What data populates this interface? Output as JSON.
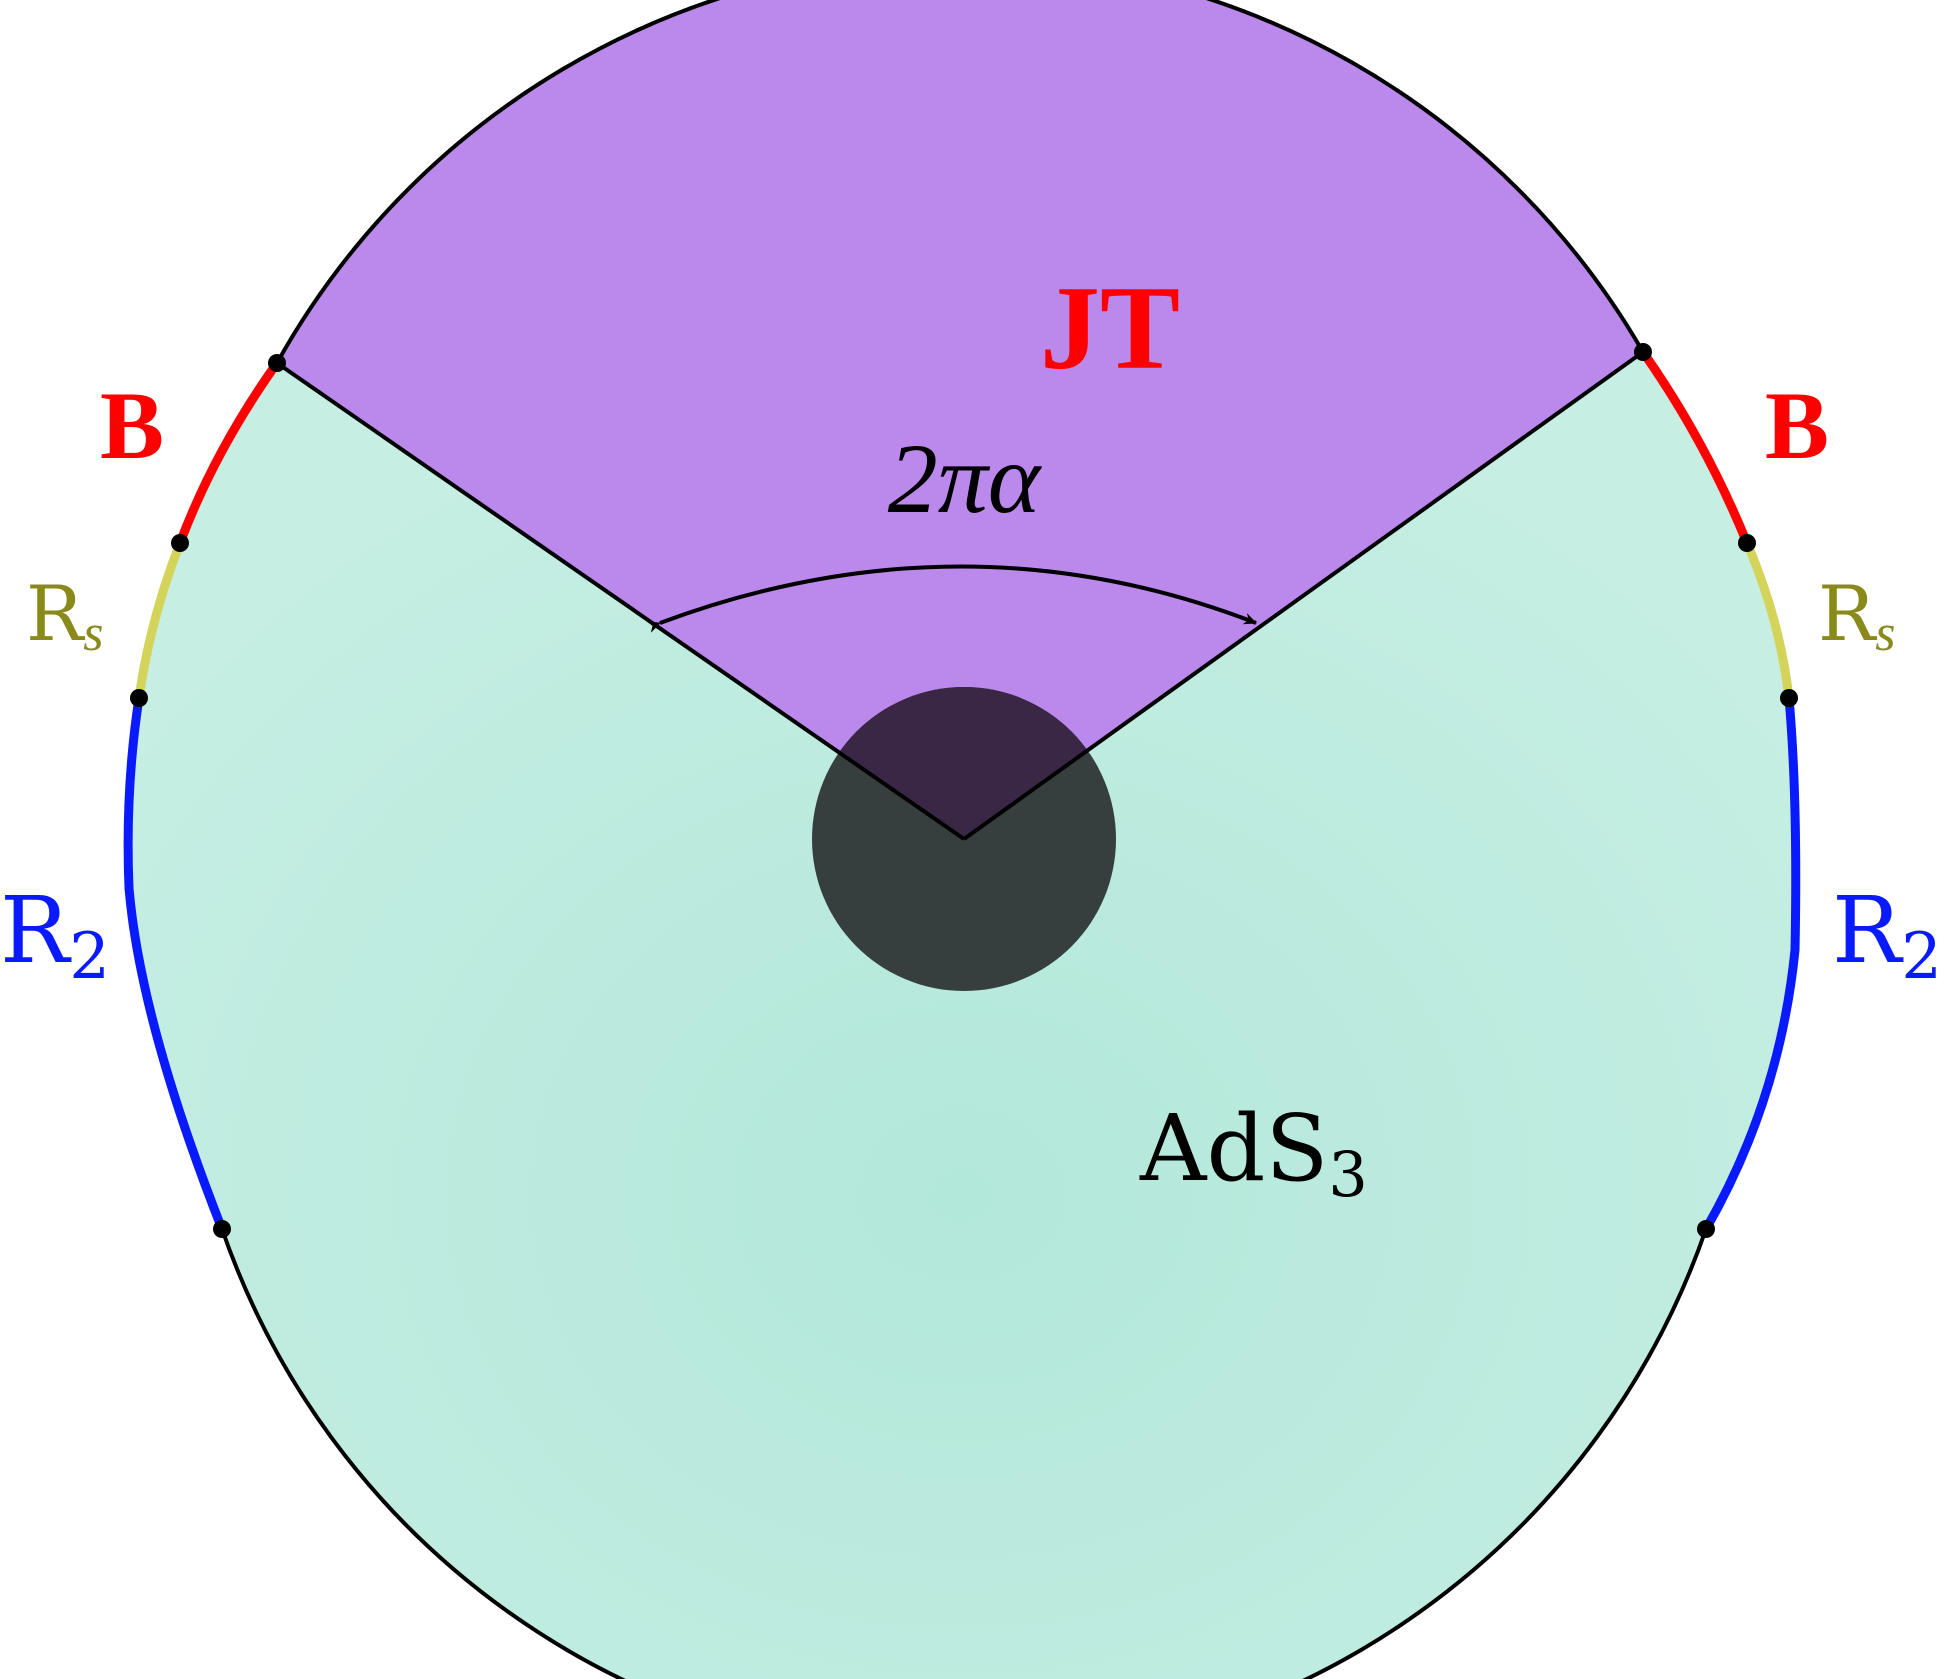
{
  "labels": {
    "jt": "JT",
    "angle": "2πα",
    "bulk": "AdS",
    "bulk_sub": "3",
    "b_left": "B",
    "b_right": "B",
    "rs_left": "R",
    "rs_left_sub": "s",
    "rs_right": "R",
    "rs_right_sub": "s",
    "r2_left": "R",
    "r2_left_sub": "2",
    "r2_right": "R",
    "r2_right_sub": "2"
  },
  "colors": {
    "jt_region": "#bb88eb",
    "ads_region": "#c0ede1",
    "center_disk": "#363f3d",
    "center_disk_overlap": "#3a2746",
    "boundary_b": "#ff0000",
    "boundary_rs": "#d4d45a",
    "boundary_rs_text": "#8a8a1a",
    "boundary_r2": "#0a1aff",
    "outline": "#000000"
  }
}
